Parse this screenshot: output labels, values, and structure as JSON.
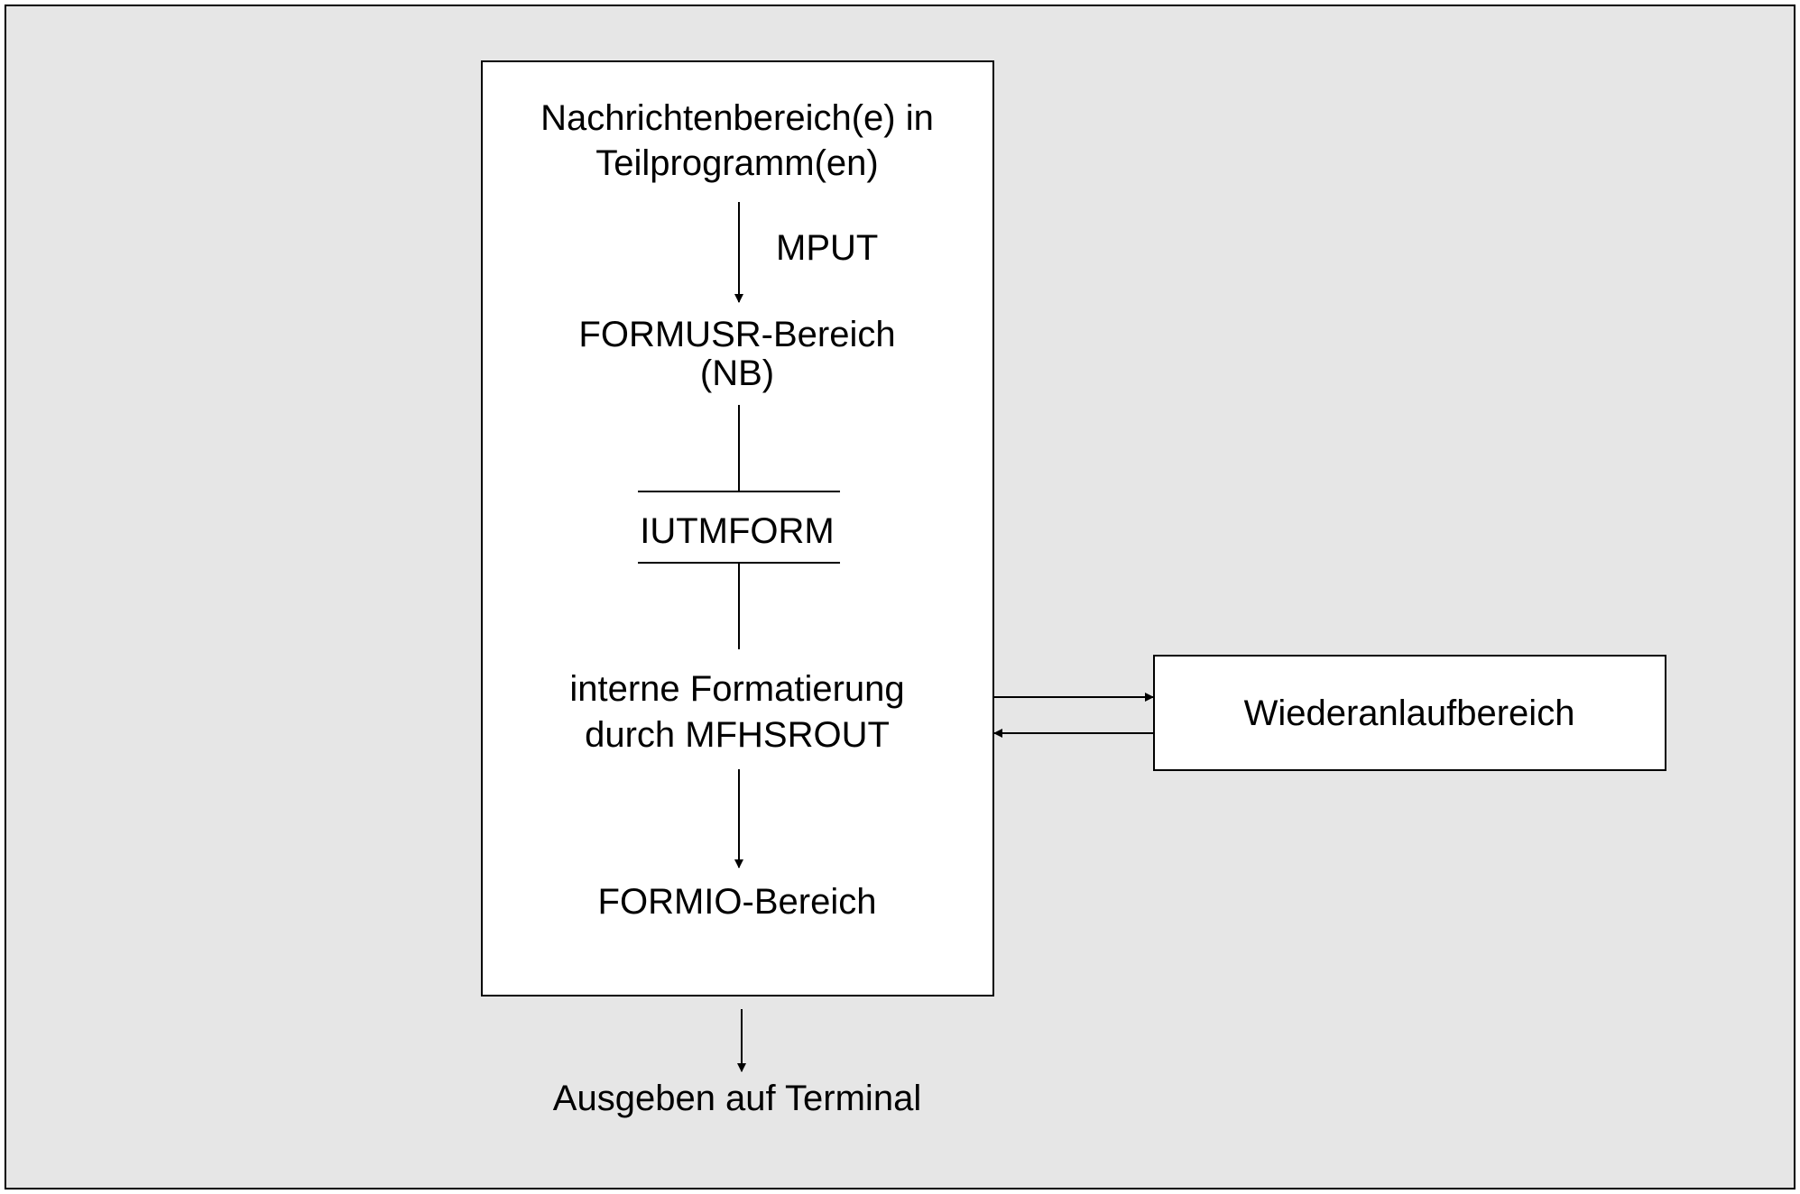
{
  "diagram": {
    "nodes": {
      "message_area_line1": "Nachrichtenbereich(e) in",
      "message_area_line2": "Teilprogramm(en)",
      "mput_label": "MPUT",
      "formusr_line1": "FORMUSR-Bereich",
      "formusr_line2": "(NB)",
      "iutmform": "IUTMFORM",
      "internal_format_line1": "interne Formatierung",
      "internal_format_line2": "durch MFHSROUT",
      "formio": "FORMIO-Bereich",
      "output_terminal": "Ausgeben auf Terminal",
      "restart_area": "Wiederanlaufbereich"
    },
    "colors": {
      "background": "#e6e6e6",
      "box_fill": "#ffffff",
      "line": "#000000"
    }
  }
}
